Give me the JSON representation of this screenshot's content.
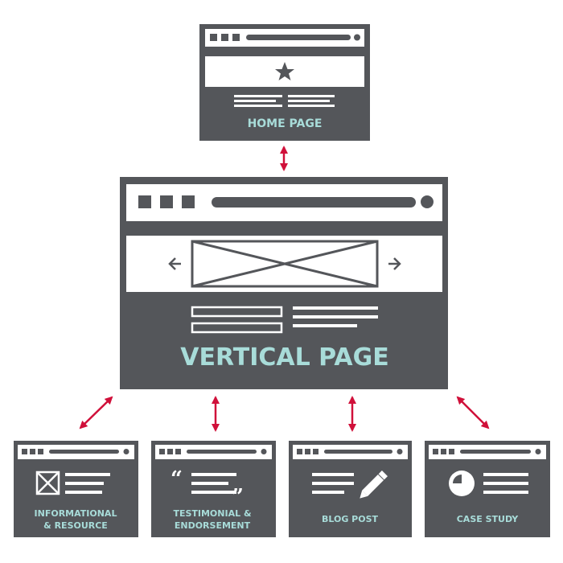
{
  "colors": {
    "dark": "#54565a",
    "white": "#ffffff",
    "label": "#a8dcd9",
    "arrow": "#d0103a"
  },
  "home": {
    "label": "HOME PAGE",
    "icon": "star-icon"
  },
  "vertical": {
    "label": "VERTICAL PAGE",
    "icon": "image-placeholder-icon"
  },
  "children": [
    {
      "label_line1": "INFORMATIONAL",
      "label_line2": "& RESOURCE",
      "icon": "image-placeholder-icon"
    },
    {
      "label_line1": "TESTIMONIAL &",
      "label_line2": "ENDORSEMENT",
      "icon": "quote-icon"
    },
    {
      "label_line1": "BLOG POST",
      "label_line2": "",
      "icon": "pencil-icon"
    },
    {
      "label_line1": "CASE STUDY",
      "label_line2": "",
      "icon": "pie-chart-icon"
    }
  ]
}
